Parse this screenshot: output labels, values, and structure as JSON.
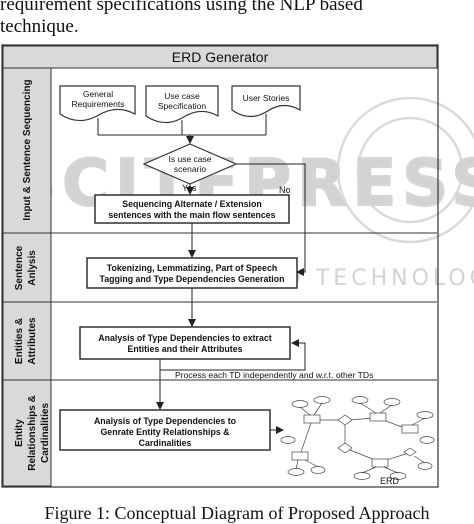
{
  "header_text": {
    "line1": "requirement specifications using the NLP based",
    "line2": "technique."
  },
  "diagram": {
    "title": "ERD Generator",
    "lanes": [
      {
        "label": "Input & Sentence Sequencing"
      },
      {
        "label": "Sentence Anlysis"
      },
      {
        "label": "Entities & Attributes"
      },
      {
        "label": "Entity Relationships & Cardinalities"
      }
    ],
    "documents": [
      "General Requirements",
      "Use case Specification",
      "User Stories"
    ],
    "decision": "Is use case scenario",
    "yes_label": "Yes",
    "no_label": "No",
    "steps": [
      "Sequencing Alternate / Extension sentences with the main flow sentences",
      "Tokenizing, Lemmatizing, Part of Speech Tagging and Type Dependencies Generation",
      "Analysis of Type Dependencies to extract Entities and their Attributes",
      "Analysis of Type Dependencies to Genrate Entity Relationships & Cardinalities"
    ],
    "loop_label": "Process each TD independently and w.r.t. other TDs",
    "erd_label": "ERD"
  },
  "caption": "Figure 1: Conceptual Diagram of Proposed Approach",
  "watermark": "SCITEPRESS SCIENCE AND TECHNOLOGY PUBLICATIONS"
}
